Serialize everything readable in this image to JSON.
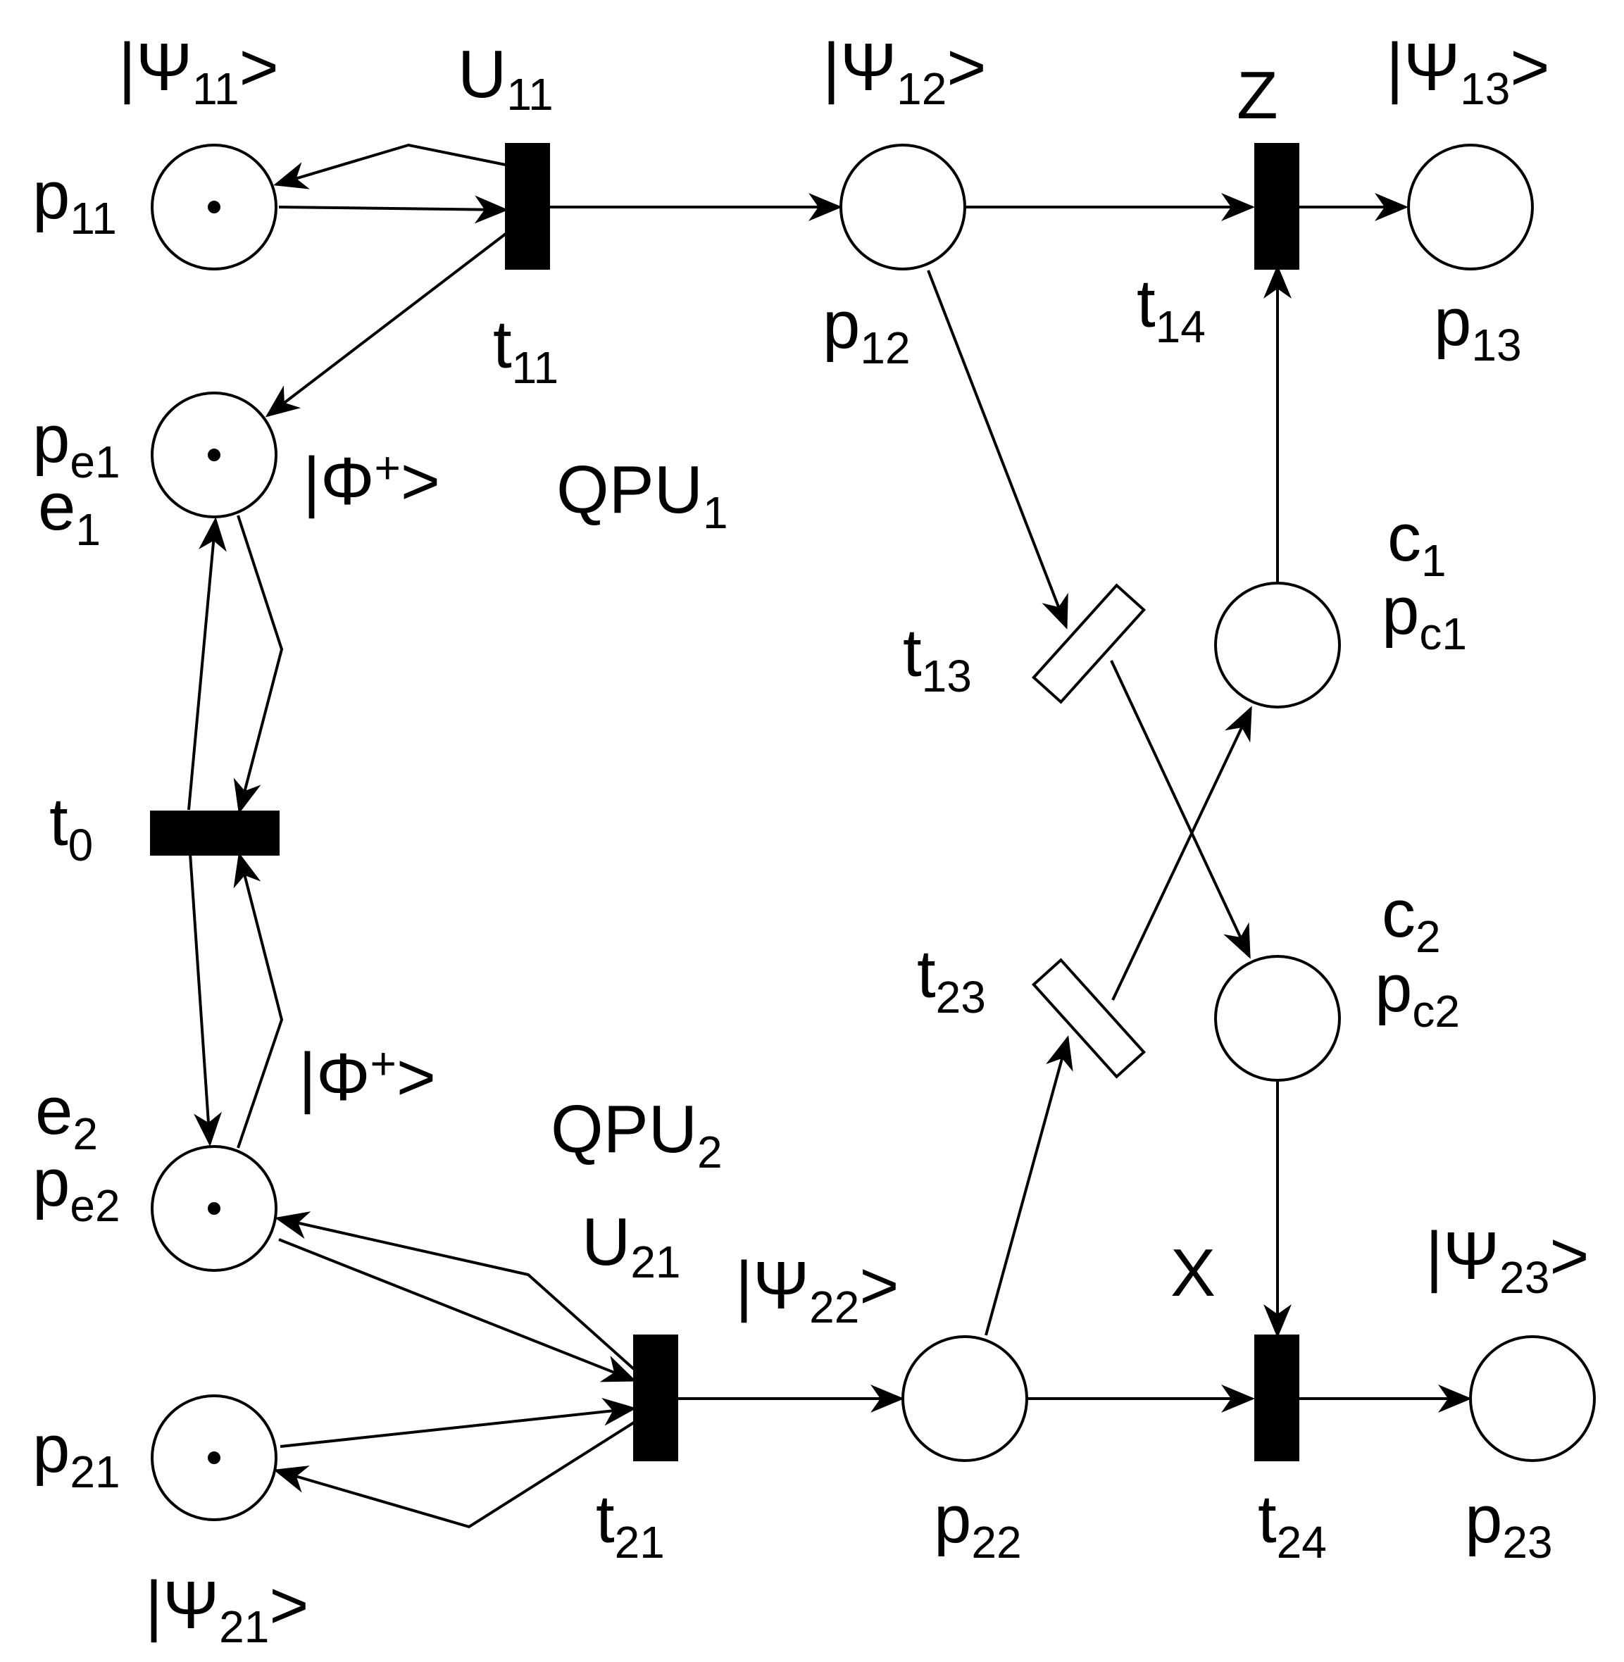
{
  "colors": {
    "ink": "#000000",
    "background": "#ffffff"
  },
  "regions": {
    "qpu1": "QPU",
    "qpu1_sub": "1",
    "qpu2": "QPU",
    "qpu2_sub": "2"
  },
  "places": {
    "p11": {
      "label": "p",
      "sub": "11",
      "state": "|Ψ",
      "state_sub": "11",
      "state_tail": ">",
      "tokens": 1
    },
    "p12": {
      "label": "p",
      "sub": "12",
      "state": "|Ψ",
      "state_sub": "12",
      "state_tail": ">",
      "tokens": 0
    },
    "p13": {
      "label": "p",
      "sub": "13",
      "state": "|Ψ",
      "state_sub": "13",
      "state_tail": ">",
      "tokens": 0
    },
    "pe1": {
      "label": "p",
      "sub": "e1",
      "alias": "e",
      "alias_sub": "1",
      "state": "|Φ",
      "state_sup": "+",
      "state_tail": ">",
      "tokens": 1
    },
    "pe2": {
      "label": "p",
      "sub": "e2",
      "alias": "e",
      "alias_sub": "2",
      "state": "|Φ",
      "state_sup": "+",
      "state_tail": ">",
      "tokens": 1
    },
    "pc1": {
      "label": "p",
      "sub": "c1",
      "alias": "c",
      "alias_sub": "1",
      "tokens": 0
    },
    "pc2": {
      "label": "p",
      "sub": "c2",
      "alias": "c",
      "alias_sub": "2",
      "tokens": 0
    },
    "p21": {
      "label": "p",
      "sub": "21",
      "state": "|Ψ",
      "state_sub": "21",
      "state_tail": ">",
      "tokens": 1
    },
    "p22": {
      "label": "p",
      "sub": "22",
      "state": "|Ψ",
      "state_sub": "22",
      "state_tail": ">",
      "tokens": 0
    },
    "p23": {
      "label": "p",
      "sub": "23",
      "state": "|Ψ",
      "state_sub": "23",
      "state_tail": ">",
      "tokens": 0
    }
  },
  "transitions": {
    "t0": {
      "label": "t",
      "sub": "0"
    },
    "t11": {
      "label": "t",
      "sub": "11",
      "gate": "U",
      "gate_sub": "11"
    },
    "t13": {
      "label": "t",
      "sub": "13"
    },
    "t14": {
      "label": "t",
      "sub": "14",
      "gate": "Z"
    },
    "t21": {
      "label": "t",
      "sub": "21",
      "gate": "U",
      "gate_sub": "21"
    },
    "t23": {
      "label": "t",
      "sub": "23"
    },
    "t24": {
      "label": "t",
      "sub": "24",
      "gate": "X"
    }
  }
}
